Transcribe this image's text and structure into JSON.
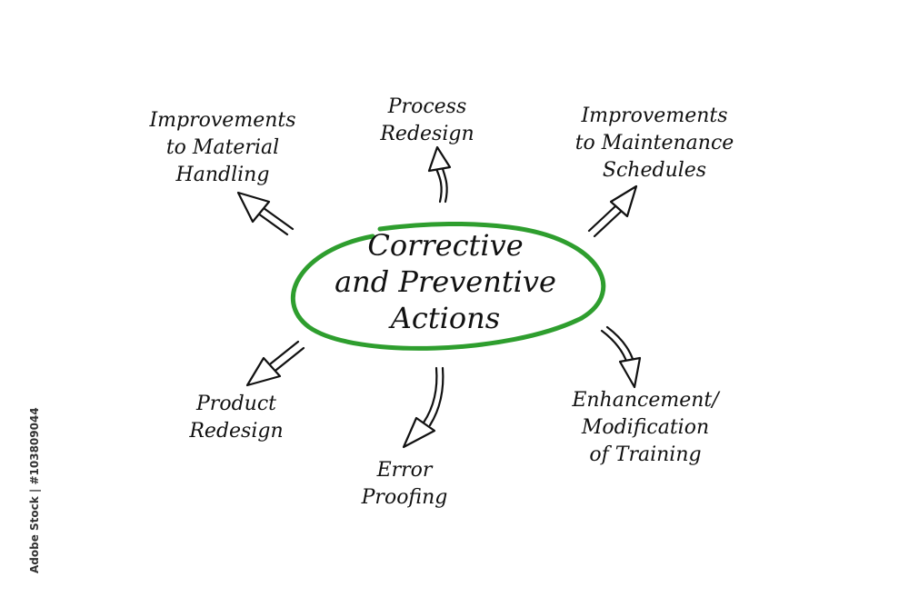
{
  "colors": {
    "accent": "#2e9e2e",
    "ink": "#111111"
  },
  "center": {
    "lines": [
      "Corrective",
      "and Preventive",
      "Actions"
    ]
  },
  "nodes": [
    {
      "id": "material-handling",
      "lines": [
        "Improvements",
        "to Material",
        "Handling"
      ]
    },
    {
      "id": "process-redesign",
      "lines": [
        "Process",
        "Redesign"
      ]
    },
    {
      "id": "maintenance-schedules",
      "lines": [
        "Improvements",
        "to Maintenance",
        "Schedules"
      ]
    },
    {
      "id": "product-redesign",
      "lines": [
        "Product",
        "Redesign"
      ]
    },
    {
      "id": "error-proofing",
      "lines": [
        "Error",
        "Proofing"
      ]
    },
    {
      "id": "training",
      "lines": [
        "Enhancement/",
        "Modification",
        "of Training"
      ]
    }
  ],
  "credit": "Adobe Stock | #103809044"
}
